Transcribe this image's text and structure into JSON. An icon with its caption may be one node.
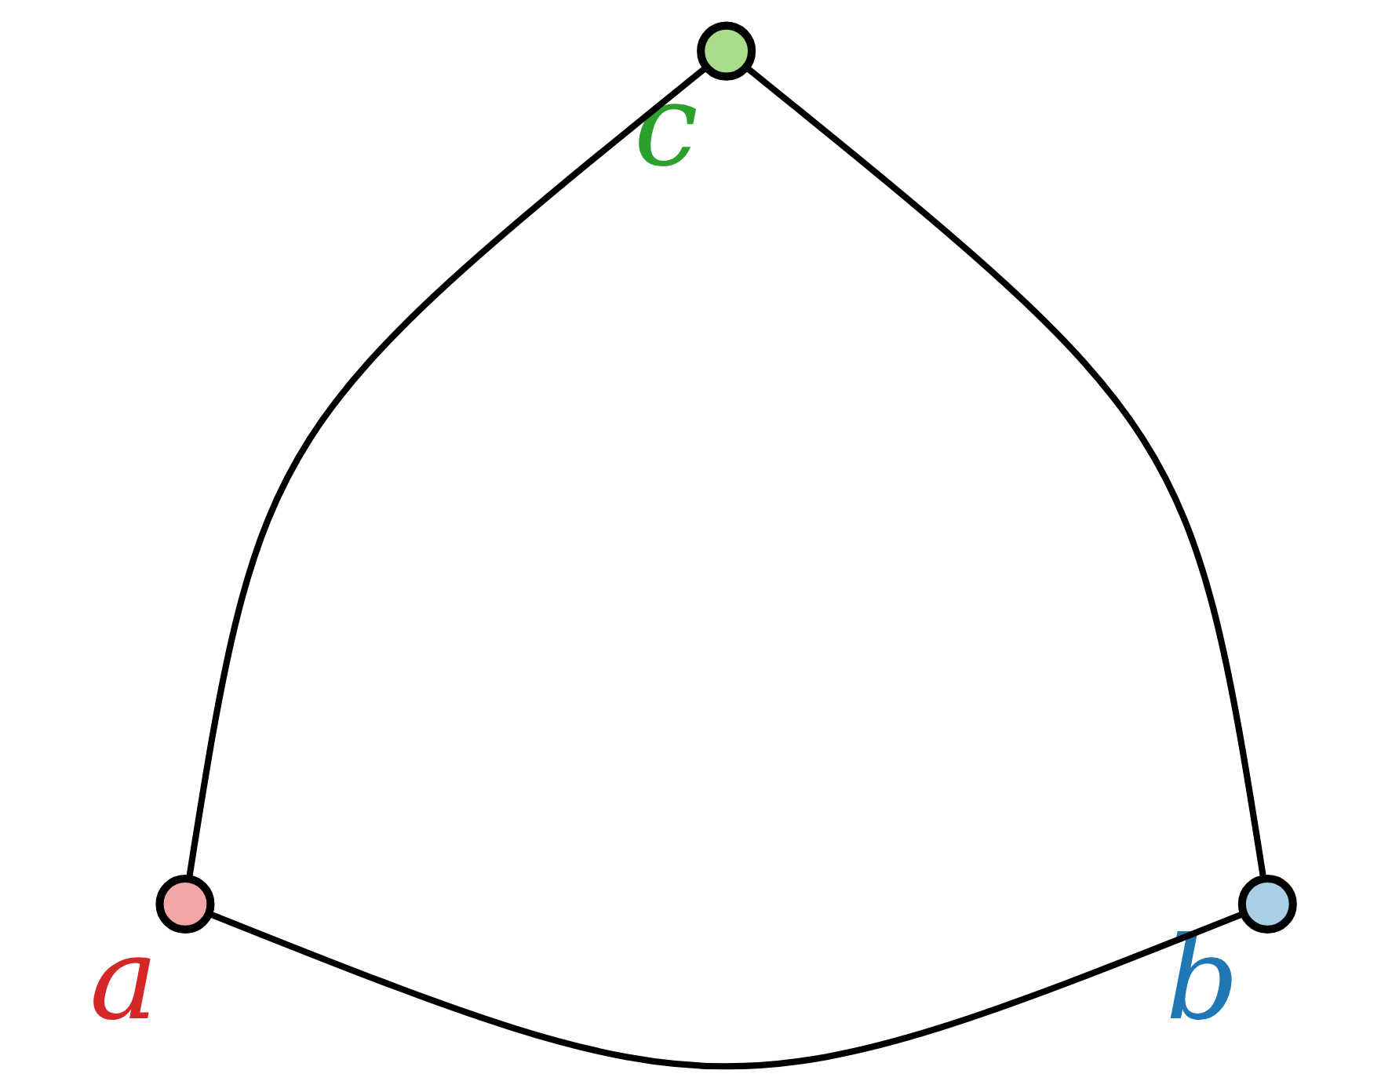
{
  "diagram": {
    "nodes": [
      {
        "text": [],
        "shape": "circle",
        "beside": [
          "a"
        ]
      },
      {
        "text": [],
        "shape": "circle",
        "beside": [
          "b"
        ]
      },
      {
        "text": [],
        "shape": "circle",
        "beside": [
          "c"
        ]
      }
    ],
    "edges": [
      {
        "from": 0,
        "to": 2,
        "arrow": "none"
      },
      {
        "from": 2,
        "to": 1,
        "arrow": "none"
      },
      {
        "from": 0,
        "to": 1,
        "arrow": "none"
      }
    ]
  }
}
